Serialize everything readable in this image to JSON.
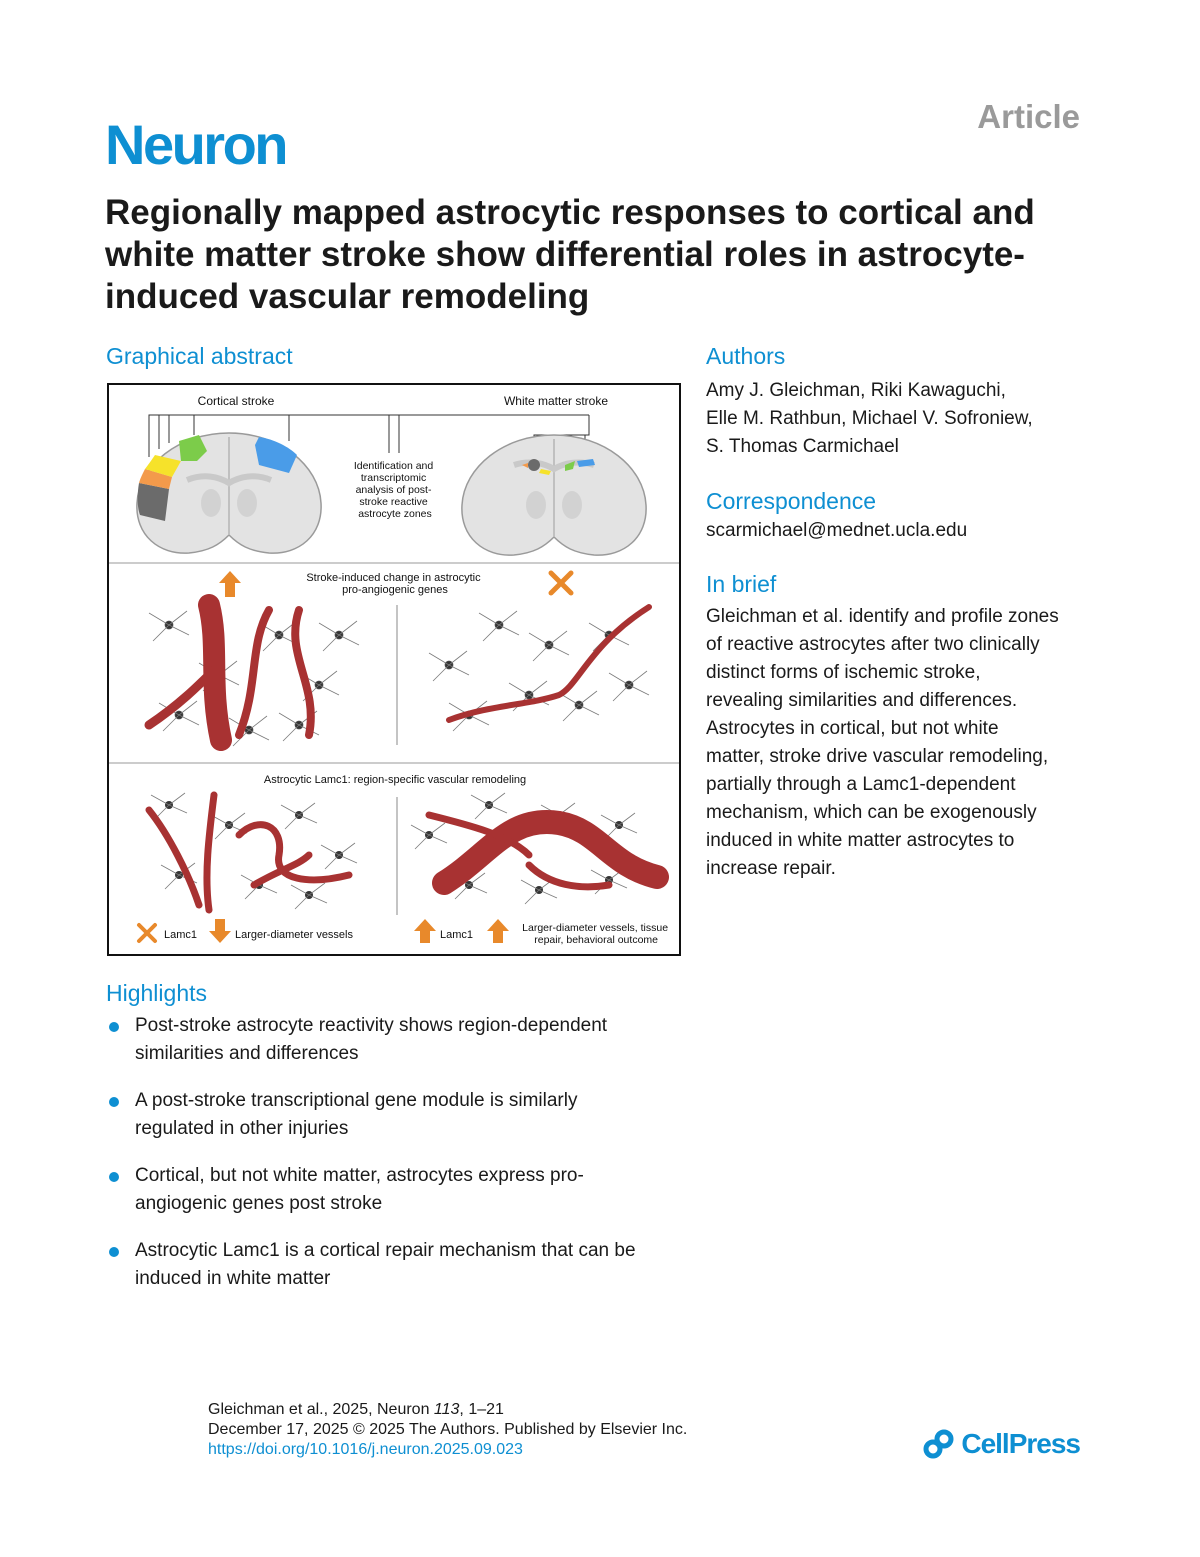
{
  "header": {
    "journal": "Neuron",
    "article_type": "Article"
  },
  "title": "Regionally mapped astrocytic responses to cortical and white matter stroke show differential roles in astrocyte-induced vascular remodeling",
  "graphical_abstract": {
    "heading": "Graphical abstract",
    "cortical_label": "Cortical stroke",
    "white_matter_label": "White matter stroke",
    "center_label_lines": [
      "Identification and",
      "transcriptomic",
      "analysis of post-",
      "stroke reactive",
      "astrocyte zones"
    ],
    "middle_label_lines": [
      "Stroke-induced change in astrocytic",
      "pro-angiogenic genes"
    ],
    "bottom_label": "Astrocytic Lamc1: region-specific vascular remodeling",
    "left_legend_lamc1": "Lamc1",
    "left_legend_vessels": "Larger-diameter vessels",
    "right_legend_lamc1": "Lamc1",
    "right_legend_outcome_lines": [
      "Larger-diameter vessels, tissue",
      "repair, behavioral outcome"
    ],
    "colors": {
      "vessel": "#a83232",
      "arrow": "#e8892b",
      "zone_gray": "#6b6b6b",
      "zone_orange": "#f39a4b",
      "zone_yellow": "#f6e22a",
      "zone_green": "#7ccc4a",
      "zone_blue": "#4a9ce8"
    }
  },
  "authors": {
    "heading": "Authors",
    "lines": [
      "Amy J. Gleichman, Riki Kawaguchi,",
      "Elle M. Rathbun, Michael V. Sofroniew,",
      "S. Thomas Carmichael"
    ]
  },
  "correspondence": {
    "heading": "Correspondence",
    "email": "scarmichael@mednet.ucla.edu"
  },
  "in_brief": {
    "heading": "In brief",
    "lines": [
      "Gleichman et al. identify and profile zones",
      "of reactive astrocytes after two clinically",
      "distinct forms of ischemic stroke,",
      "revealing similarities and differences.",
      "Astrocytes in cortical, but not white",
      "matter, stroke drive vascular remodeling,",
      "partially through a Lamc1-dependent",
      "mechanism, which can be exogenously",
      "induced in white matter astrocytes to",
      "increase repair."
    ]
  },
  "highlights": {
    "heading": "Highlights",
    "items": [
      [
        "Post-stroke astrocyte reactivity shows region-dependent",
        "similarities and differences"
      ],
      [
        "A post-stroke transcriptional gene module is similarly",
        "regulated in other injuries"
      ],
      [
        "Cortical, but not white matter, astrocytes express pro-",
        "angiogenic genes post stroke"
      ],
      [
        "Astrocytic Lamc1 is a cortical repair mechanism that can be",
        "induced in white matter"
      ]
    ]
  },
  "footer": {
    "citation_prefix": "Gleichman et al., 2025, Neuron ",
    "volume": "113",
    "pages": ", 1–21",
    "date_line": "December 17, 2025 © 2025 The Authors. Published by Elsevier Inc.",
    "doi": "https://doi.org/10.1016/j.neuron.2025.09.023"
  },
  "publisher": {
    "name": "CellPress"
  }
}
